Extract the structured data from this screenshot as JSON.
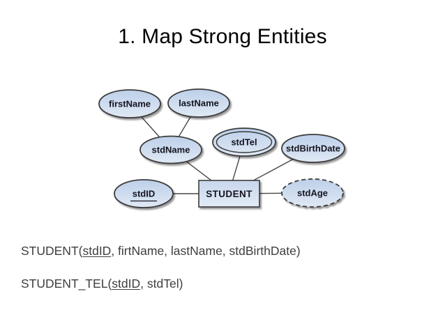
{
  "slide": {
    "title": "1. Map Strong Entities"
  },
  "diagram": {
    "entity_label": "STUDENT",
    "attributes": {
      "firstName": "firstName",
      "lastName": "lastName",
      "stdName": "stdName",
      "stdTel": "stdTel",
      "stdBirthDate": "stdBirthDate",
      "stdID": "stdID",
      "stdAge": "stdAge"
    }
  },
  "relations": [
    {
      "prefix": "STUDENT(",
      "key": "stdID",
      "suffix": ", firtName, lastName, stdBirthDate)"
    },
    {
      "prefix": "STUDENT_TEL(",
      "key": "stdID",
      "suffix": ", stdTel)"
    }
  ],
  "colors": {
    "shape_fill_top": "#bdd0e9",
    "shape_fill_bottom": "#e0e9f5",
    "shape_border": "#3a3a3a",
    "connector": "#474747",
    "title_color": "#000000",
    "formula_color": "#3e3e3e",
    "label_color": "#14141e"
  }
}
